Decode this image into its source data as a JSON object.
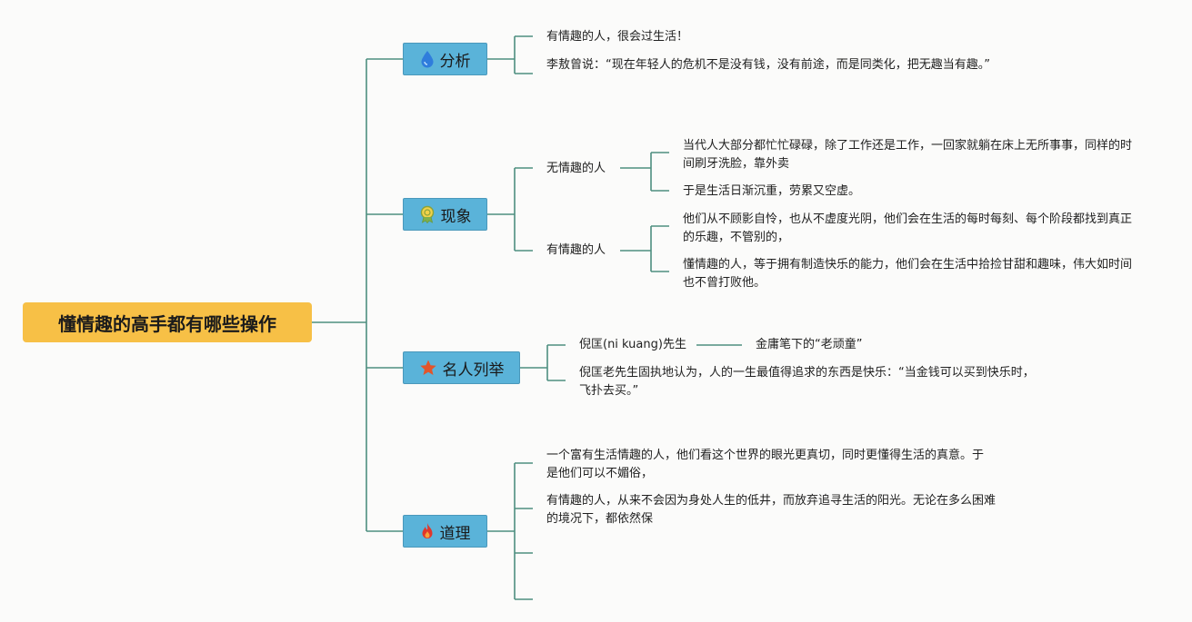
{
  "root": {
    "label": "懂情趣的高手都有哪些操作"
  },
  "colors": {
    "connector": "#4e8f80",
    "root_fill": "#f7c046",
    "topic_fill": "#5ab3d9"
  },
  "topics": {
    "analysis": {
      "label": "分析",
      "icon": "water-drop-icon",
      "leaves": [
        "有情趣的人，很会过生活！",
        "李敖曾说：“现在年轻人的危机不是没有钱，没有前途，而是同类化，把无趣当有趣。”"
      ]
    },
    "phenomenon": {
      "label": "现象",
      "icon": "medal-icon",
      "groups": [
        {
          "label": "无情趣的人",
          "leaves": [
            "当代人大部分都忙忙碌碌，除了工作还是工作，一回家就躺在床上无所事事，同样的时间刷牙洗脸，靠外卖",
            "于是生活日渐沉重，劳累又空虚。"
          ]
        },
        {
          "label": "有情趣的人",
          "leaves": [
            "他们从不顾影自怜，也从不虚度光阴，他们会在生活的每时每刻、每个阶段都找到真正的乐趣，不管别的，",
            "懂情趣的人，等于拥有制造快乐的能力，他们会在生活中拾捡甘甜和趣味，伟大如时间也不曾打败他。"
          ]
        }
      ]
    },
    "famous": {
      "label": "名人列举",
      "icon": "star-icon",
      "person": "倪匡(ni kuang)先生",
      "person_note": "金庸笔下的“老顽童”",
      "leaf": "倪匡老先生固执地认为，人的一生最值得追求的东西是快乐：“当金钱可以买到快乐时，飞扑去买。”"
    },
    "reason": {
      "label": "道理",
      "icon": "fire-icon",
      "leaves": [
        "一个富有生活情趣的人，他们看这个世界的眼光更真切，同时更懂得生活的真意。于是他们可以不媚俗，",
        "有情趣的人，从来不会因为身处人生的低井，而放弃追寻生活的阳光。无论在多么困难的境况下，都依然保"
      ]
    }
  }
}
